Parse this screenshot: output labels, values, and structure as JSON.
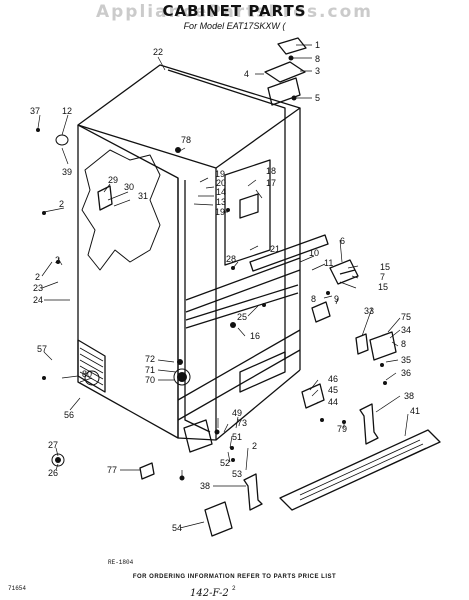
{
  "title": "CABINET PARTS",
  "subtitle": "For Model EAT17SKXW (",
  "watermark": "AppliancePartsPros.com",
  "codes": {
    "re_code": "RE-1804",
    "doc_code": "71654",
    "page_mark": "2"
  },
  "footer": "FOR ORDERING INFORMATION REFER TO PARTS PRICE LIST",
  "handwritten": "142-F-2",
  "callouts": [
    "1",
    "8",
    "3",
    "4",
    "5",
    "22",
    "78",
    "37",
    "12",
    "39",
    "29",
    "30",
    "31",
    "2",
    "19",
    "20",
    "14",
    "13",
    "18",
    "17",
    "19",
    "21",
    "10",
    "11",
    "6",
    "15",
    "7",
    "15",
    "28",
    "8",
    "9",
    "25",
    "16",
    "33",
    "75",
    "34",
    "8",
    "35",
    "36",
    "2",
    "2",
    "23",
    "24",
    "57",
    "80",
    "56",
    "72",
    "71",
    "70",
    "46",
    "45",
    "44",
    "38",
    "41",
    "49",
    "73",
    "51",
    "79",
    "52",
    "53",
    "2",
    "27",
    "26",
    "77",
    "38",
    "54"
  ]
}
